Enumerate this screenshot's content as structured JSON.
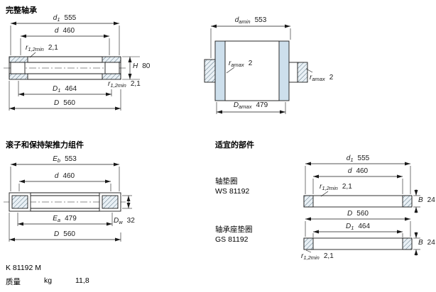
{
  "colors": {
    "line": "#1a1a1a",
    "shade": "#cddfec",
    "hatchbg": "#e9f0f5",
    "hatchln": "#5b7482"
  },
  "complete": {
    "title": "完整轴承",
    "d1": {
      "sym": "d",
      "sub": "1",
      "val": "555"
    },
    "d": {
      "sym": "d",
      "sub": "",
      "val": "460"
    },
    "r_top": {
      "sym": "r",
      "sub": "1,2min",
      "val": "2,1"
    },
    "H": {
      "sym": "H",
      "sub": "",
      "val": "80"
    },
    "r_bot": {
      "sym": "r",
      "sub": "1,2min",
      "val": "2,1"
    },
    "D1": {
      "sym": "D",
      "sub": "1",
      "val": "464"
    },
    "D": {
      "sym": "D",
      "sub": "",
      "val": "560"
    }
  },
  "abutment": {
    "da": {
      "sym": "d",
      "sub": "amin",
      "val": "553"
    },
    "ra_left": {
      "sym": "r",
      "sub": "amax",
      "val": "2"
    },
    "ra_right": {
      "sym": "r",
      "sub": "amax",
      "val": "2"
    },
    "Da": {
      "sym": "D",
      "sub": "amax",
      "val": "479"
    }
  },
  "assembly": {
    "title": "滚子和保持架推力组件",
    "Eb": {
      "sym": "E",
      "sub": "b",
      "val": "553"
    },
    "d": {
      "sym": "d",
      "sub": "",
      "val": "460"
    },
    "Ea": {
      "sym": "E",
      "sub": "a",
      "val": "479"
    },
    "D": {
      "sym": "D",
      "sub": "",
      "val": "560"
    },
    "Dw": {
      "sym": "D",
      "sub": "w",
      "val": "32"
    }
  },
  "components": {
    "title": "适宜的部件",
    "ws": {
      "label": "轴垫圈",
      "code": "WS 81192",
      "d1": {
        "sym": "d",
        "sub": "1",
        "val": "555"
      },
      "d": {
        "sym": "d",
        "sub": "",
        "val": "460"
      },
      "r": {
        "sym": "r",
        "sub": "1,2min",
        "val": "2,1"
      },
      "B": {
        "sym": "B",
        "sub": "",
        "val": "24"
      }
    },
    "gs": {
      "label": "轴承座垫圈",
      "code": "GS 81192",
      "D": {
        "sym": "D",
        "sub": "",
        "val": "560"
      },
      "D1": {
        "sym": "D",
        "sub": "1",
        "val": "464"
      },
      "r": {
        "sym": "r",
        "sub": "1,2min",
        "val": "2,1"
      },
      "B": {
        "sym": "B",
        "sub": "",
        "val": "24"
      }
    }
  },
  "footer": {
    "designation": "K 81192 M",
    "mass_label": "质量",
    "mass_unit": "kg",
    "mass_value": "11,8"
  }
}
